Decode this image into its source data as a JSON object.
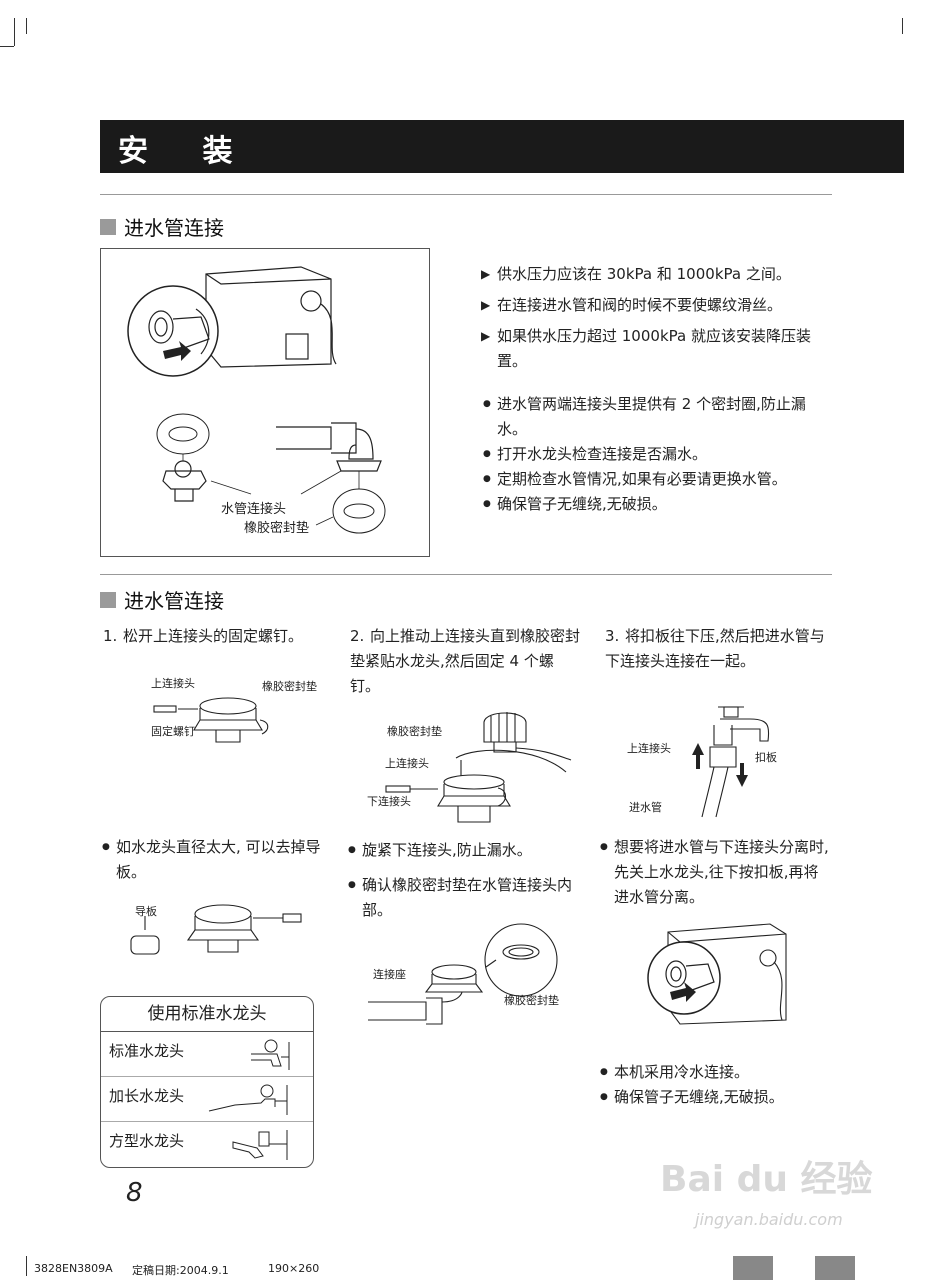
{
  "header": {
    "title": "安 装"
  },
  "section1": {
    "heading": "进水管连接",
    "figure_labels": {
      "connector": "水管连接头",
      "gasket": "橡胶密封垫"
    },
    "notes_triangle": [
      "供水压力应该在 30kPa 和 1000kPa 之间。",
      "在连接进水管和阀的时候不要使螺纹滑丝。",
      "如果供水压力超过 1000kPa 就应该安装降压装置。"
    ],
    "notes_dot": [
      "进水管两端连接头里提供有 2 个密封圈,防止漏水。",
      "打开水龙头检查连接是否漏水。",
      "定期检查水管情况,如果有必要请更换水管。",
      "确保管子无缠绕,无破损。"
    ]
  },
  "section2": {
    "heading": "进水管连接",
    "step1": {
      "num": "1.",
      "text": "松开上连接头的固定螺钉。",
      "labels": {
        "upper": "上连接头",
        "gasket": "橡胶密封垫",
        "screw": "固定螺钉"
      },
      "note": "如水龙头直径太大, 可以去掉导板。",
      "guide_label": "导板"
    },
    "step2": {
      "num": "2.",
      "text": "向上推动上连接头直到橡胶密封垫紧贴水龙头,然后固定 4 个螺钉。",
      "labels": {
        "gasket": "橡胶密封垫",
        "upper": "上连接头",
        "lower": "下连接头"
      },
      "notes": [
        "旋紧下连接头,防止漏水。",
        "确认橡胶密封垫在水管连接头内部。"
      ],
      "fig2_labels": {
        "seat": "连接座",
        "gasket": "橡胶密封垫"
      }
    },
    "step3": {
      "num": "3.",
      "text": "将扣板往下压,然后把进水管与下连接头连接在一起。",
      "labels": {
        "upper": "上连接头",
        "lever": "扣板",
        "hose": "进水管"
      },
      "note": "想要将进水管与下连接头分离时,先关上水龙头,往下按扣板,再将进水管分离。",
      "notes_bottom": [
        "本机采用冷水连接。",
        "确保管子无缠绕,无破损。"
      ]
    },
    "faucet_table": {
      "title": "使用标准水龙头",
      "rows": [
        "标准水龙头",
        "加长水龙头",
        "方型水龙头"
      ]
    }
  },
  "page_number": "8",
  "footer": {
    "code": "3828EN3809A",
    "date": "定稿日期:2004.9.1",
    "size": "190×260"
  },
  "watermark": {
    "brand": "Bai du 经验",
    "url": "jingyan.baidu.com"
  }
}
